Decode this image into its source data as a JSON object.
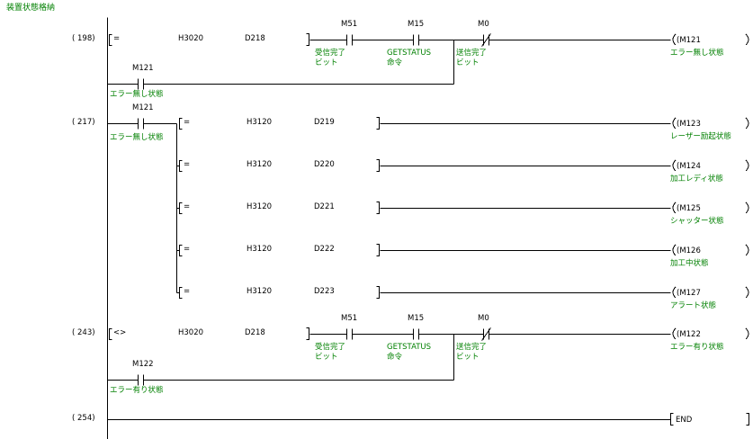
{
  "title": "装置状態格納",
  "rungs": [
    {
      "step": "( 198)",
      "compare": {
        "op": "=",
        "a": "H3020",
        "b": "D218"
      },
      "contacts": [
        {
          "device": "M51",
          "type": "NO",
          "comment": [
            "受信完了",
            "ビット"
          ]
        },
        {
          "device": "M15",
          "type": "NO",
          "comment": [
            "GETSTATUS",
            "命令"
          ]
        },
        {
          "device": "M0",
          "type": "NC",
          "comment": [
            "送信完了",
            "ビット"
          ]
        }
      ],
      "branch": {
        "device": "M121",
        "type": "NO",
        "comment": [
          "エラー無し状態"
        ]
      },
      "coil": {
        "device": "M121",
        "comment": "エラー無し状態"
      }
    },
    {
      "step": "( 217)",
      "contact": {
        "device": "M121",
        "type": "NO",
        "comment": [
          "エラー無し状態"
        ]
      },
      "lines": [
        {
          "op": "=",
          "a": "H3120",
          "b": "D219",
          "coil": "M123",
          "comment": "レーザー励起状態"
        },
        {
          "op": "=",
          "a": "H3120",
          "b": "D220",
          "coil": "M124",
          "comment": "加工レディ状態"
        },
        {
          "op": "=",
          "a": "H3120",
          "b": "D221",
          "coil": "M125",
          "comment": "シャッター状態"
        },
        {
          "op": "=",
          "a": "H3120",
          "b": "D222",
          "coil": "M126",
          "comment": "加工中状態"
        },
        {
          "op": "=",
          "a": "H3120",
          "b": "D223",
          "coil": "M127",
          "comment": "アラート状態"
        }
      ]
    },
    {
      "step": "( 243)",
      "compare": {
        "op": "<>",
        "a": "H3020",
        "b": "D218"
      },
      "contacts": [
        {
          "device": "M51",
          "type": "NO",
          "comment": [
            "受信完了",
            "ビット"
          ]
        },
        {
          "device": "M15",
          "type": "NO",
          "comment": [
            "GETSTATUS",
            "命令"
          ]
        },
        {
          "device": "M0",
          "type": "NC",
          "comment": [
            "送信完了",
            "ビット"
          ]
        }
      ],
      "branch": {
        "device": "M122",
        "type": "NO",
        "comment": [
          "エラー有り状態"
        ]
      },
      "coil": {
        "device": "M122",
        "comment": "エラー有り状態"
      }
    },
    {
      "step": "( 254)",
      "end": "END"
    }
  ],
  "colors": {
    "comment": "#008000",
    "line": "#000000",
    "background": "#ffffff"
  }
}
